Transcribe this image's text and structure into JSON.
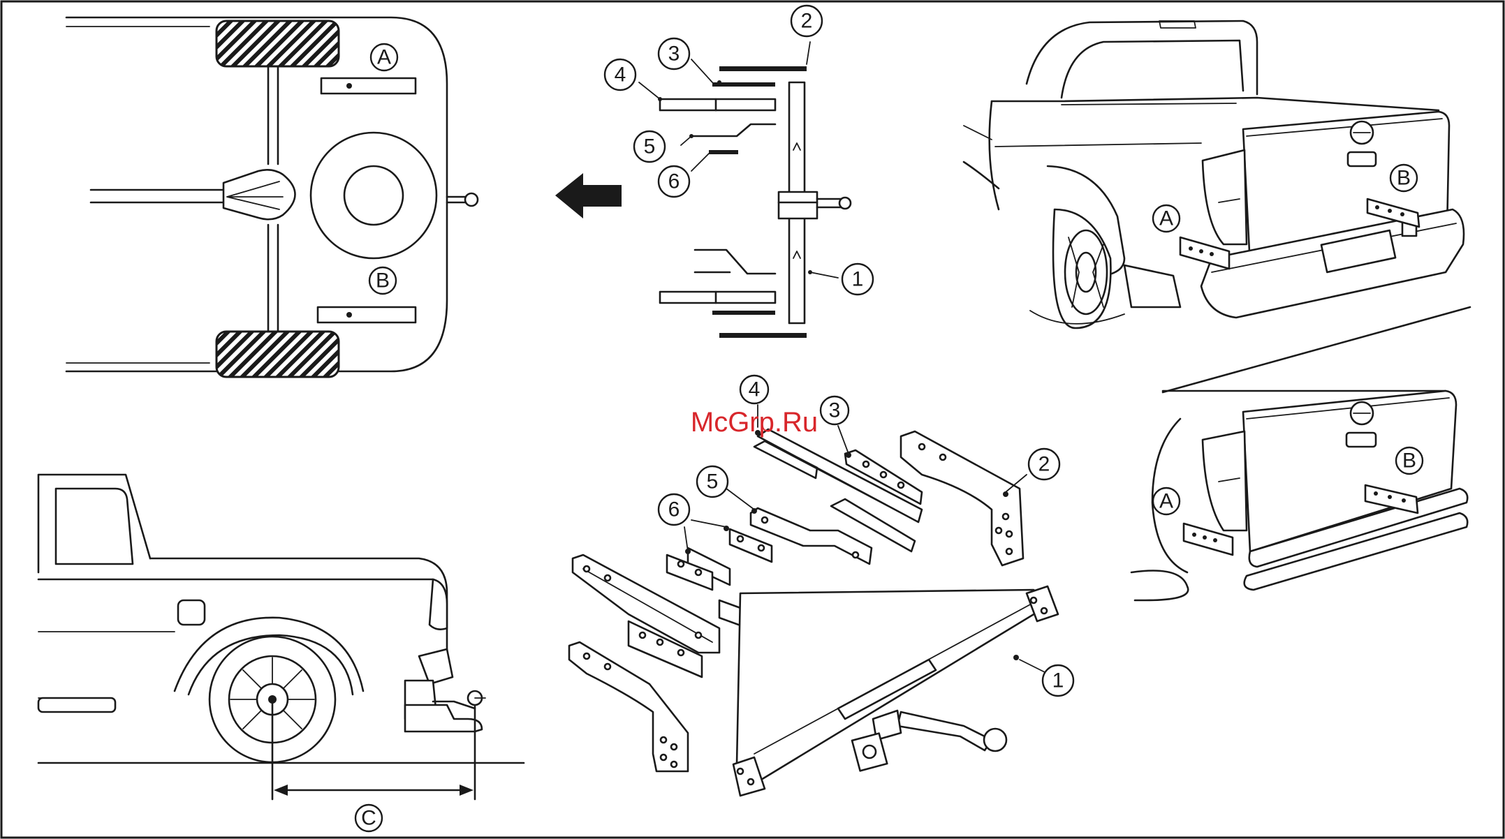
{
  "watermark": "McGrp.Ru",
  "labels": {
    "a": "A",
    "b": "B",
    "c": "C",
    "n1": "1",
    "n2": "2",
    "n3": "3",
    "n4": "4",
    "n5": "5",
    "n6": "6"
  }
}
